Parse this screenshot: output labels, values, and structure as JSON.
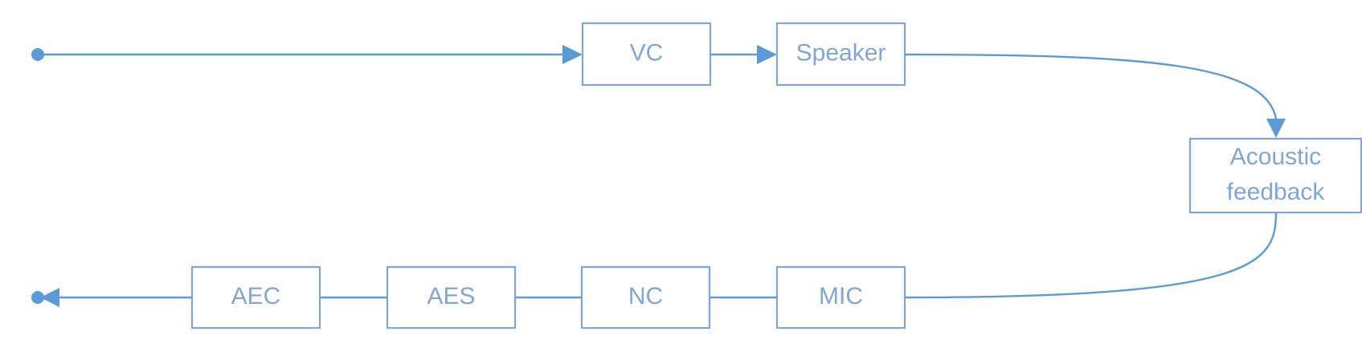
{
  "diagram": {
    "nodes": {
      "vc": "VC",
      "speaker": "Speaker",
      "acoustic_feedback_line1": "Acoustic",
      "acoustic_feedback_line2": "feedback",
      "mic": "MIC",
      "nc": "NC",
      "aes": "AES",
      "aec": "AEC"
    },
    "colors": {
      "line": "#5b9bd5",
      "box_stroke": "#7fa6d6",
      "text": "#7fa6d6"
    }
  }
}
